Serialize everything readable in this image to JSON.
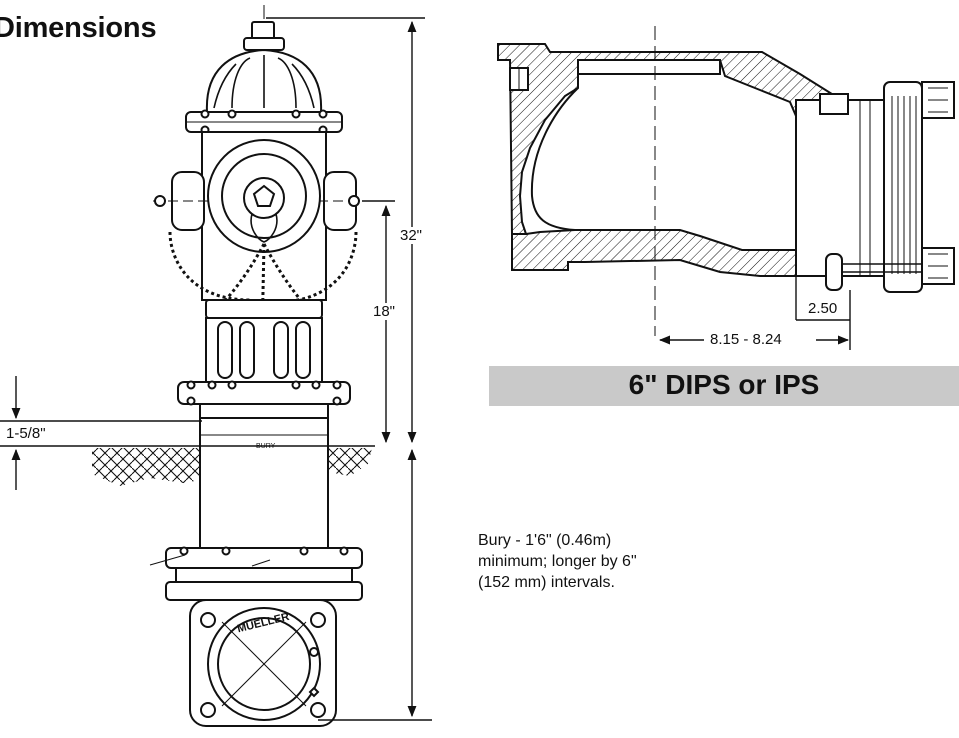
{
  "title": "Dimensions",
  "banner": {
    "label": "6\" DIPS or IPS",
    "background": "#c9c9c9"
  },
  "dimensions": {
    "overall_height": "32\"",
    "nozzle_height": "18\"",
    "grade_offset": "1-5/8\"",
    "flange_offset": "2.50",
    "inlet_length": "8.15 - 8.24"
  },
  "labels": {
    "bury_mark": "BURY",
    "brand": "MUELLER"
  },
  "bury_note": {
    "line1": "Bury - 1'6\" (0.46m)",
    "line2": "minimum; longer by 6\"",
    "line3": "(152 mm) intervals."
  },
  "colors": {
    "line": "#111111",
    "banner": "#c9c9c9",
    "fill": "#ffffff"
  }
}
